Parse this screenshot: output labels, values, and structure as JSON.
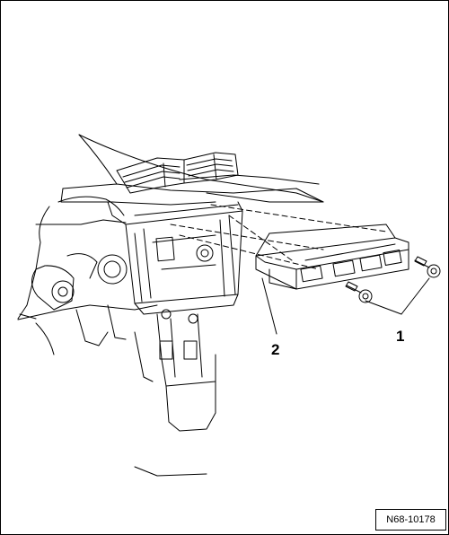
{
  "callouts": {
    "screws": "1",
    "control_unit": "2"
  },
  "reference_number": "N68-10178",
  "colors": {
    "line": "#000000",
    "background": "#ffffff"
  }
}
